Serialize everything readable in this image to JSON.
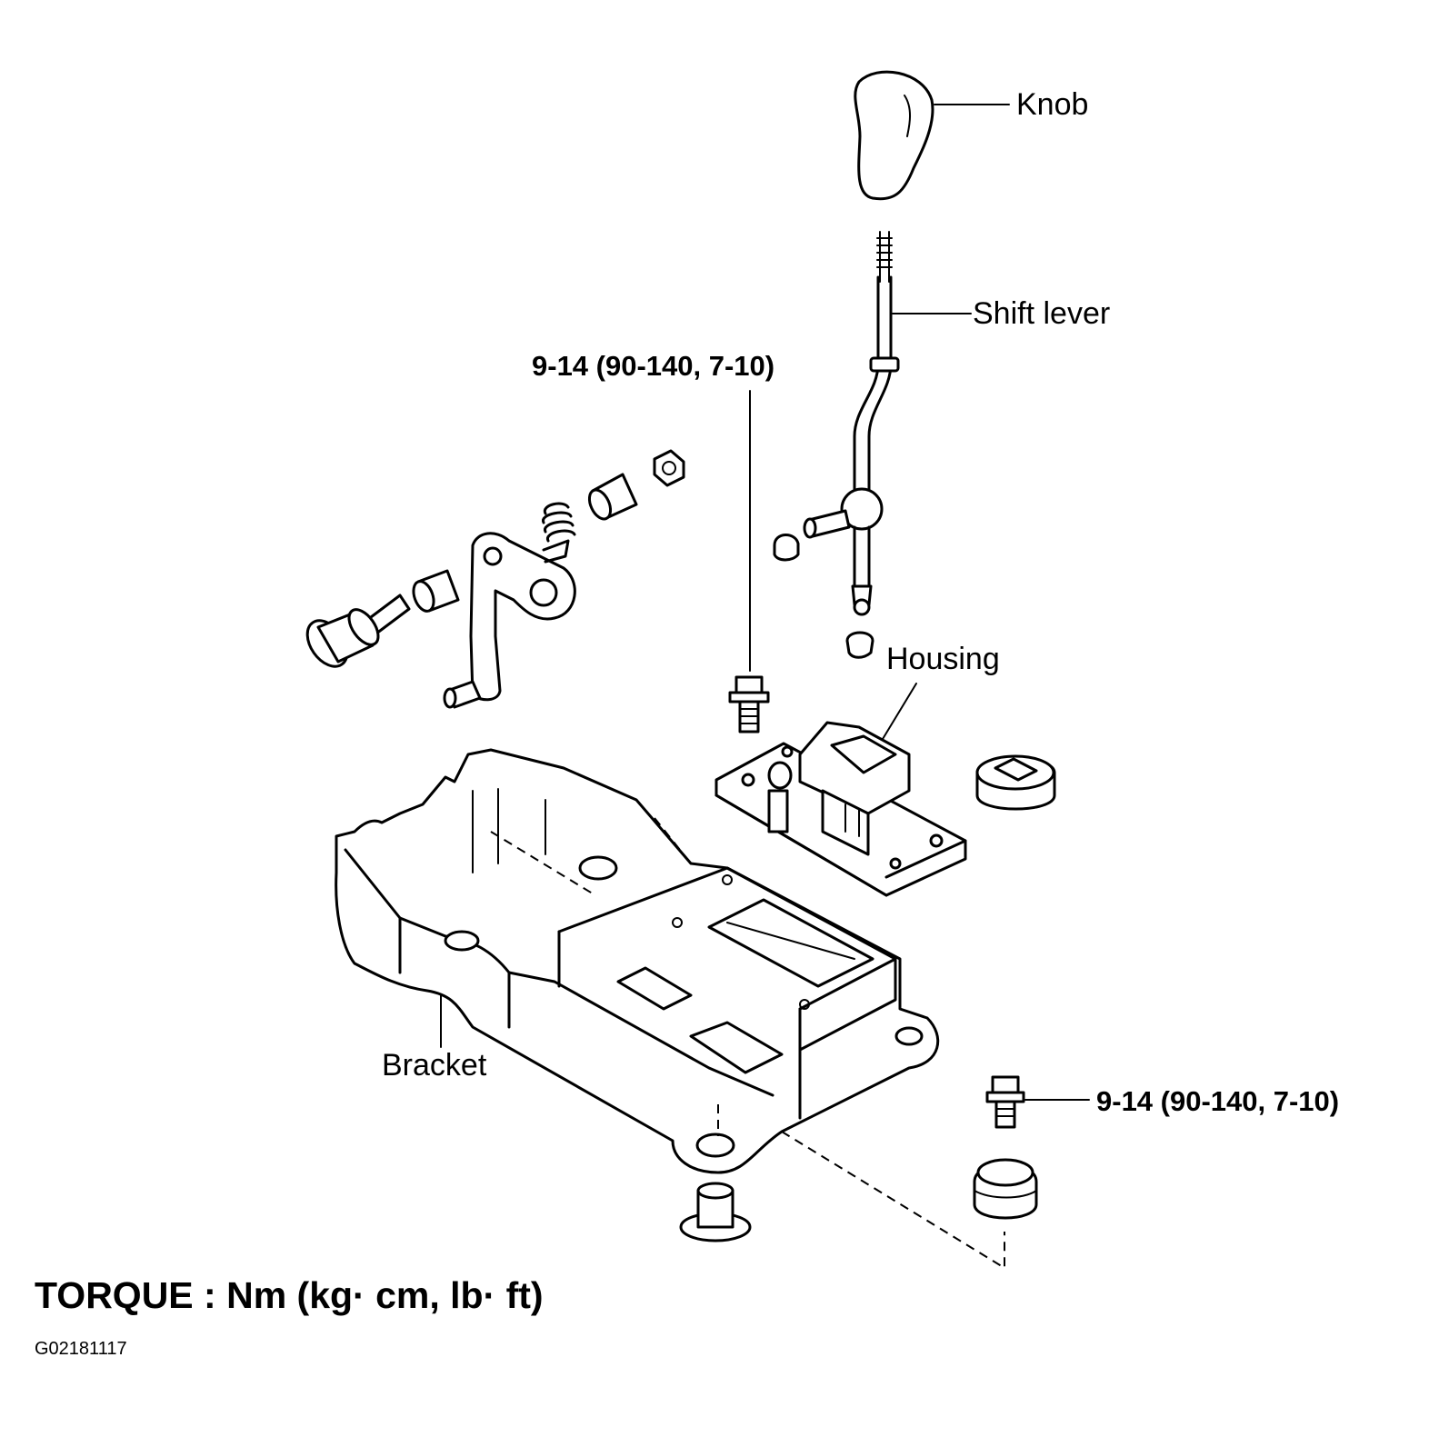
{
  "labels": {
    "knob": "Knob",
    "shift_lever": "Shift lever",
    "housing": "Housing",
    "bracket": "Bracket",
    "torque_upper": "9-14 (90-140, 7-10)",
    "torque_lower": "9-14 (90-140, 7-10)",
    "torque_units": "TORQUE : Nm (kg· cm, lb· ft)",
    "figure_code": "G02181117"
  }
}
